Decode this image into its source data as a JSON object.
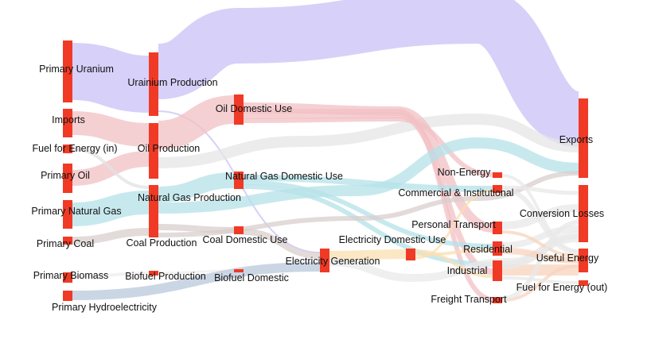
{
  "chart_data": {
    "type": "sankey",
    "title": "",
    "colors": {
      "node": "#f03a25",
      "link_default": "#dddddd"
    },
    "nodes": [
      {
        "id": "primary-uranium",
        "label": "Primary Uranium"
      },
      {
        "id": "imports",
        "label": "Imports"
      },
      {
        "id": "fuel-for-energy-in",
        "label": "Fuel for Energy (in)"
      },
      {
        "id": "primary-oil",
        "label": "Primary Oil"
      },
      {
        "id": "primary-natural-gas",
        "label": "Primary Natural Gas"
      },
      {
        "id": "primary-coal",
        "label": "Primary Coal"
      },
      {
        "id": "primary-biomass",
        "label": "Primary Biomass"
      },
      {
        "id": "primary-hydroelectricity",
        "label": "Primary Hydroelectricity"
      },
      {
        "id": "uranium-production",
        "label": "Urainium Production"
      },
      {
        "id": "oil-production",
        "label": "Oil Production"
      },
      {
        "id": "natural-gas-production",
        "label": "Natural Gas Production"
      },
      {
        "id": "coal-production",
        "label": "Coal Production"
      },
      {
        "id": "biofuel-production",
        "label": "Biofuel Production"
      },
      {
        "id": "oil-domestic-use",
        "label": "Oil Domestic Use"
      },
      {
        "id": "natural-gas-domestic-use",
        "label": "Natural Gas Domestic Use"
      },
      {
        "id": "coal-domestic-use",
        "label": "Coal Domestic Use"
      },
      {
        "id": "biofuel-domestic",
        "label": "Biofuel Domestic"
      },
      {
        "id": "electricity-generation",
        "label": "Electricity Generation"
      },
      {
        "id": "electricity-domestic-use",
        "label": "Electricity Domestic Use"
      },
      {
        "id": "non-energy",
        "label": "Non-Energy"
      },
      {
        "id": "commercial-institutional",
        "label": "Commercial & Institutional"
      },
      {
        "id": "personal-transport",
        "label": "Personal Transport"
      },
      {
        "id": "residential",
        "label": "Residential"
      },
      {
        "id": "industrial",
        "label": "Industrial"
      },
      {
        "id": "freight-transport",
        "label": "Freight Transport"
      },
      {
        "id": "exports",
        "label": "Exports"
      },
      {
        "id": "conversion-losses",
        "label": "Conversion Losses"
      },
      {
        "id": "useful-energy",
        "label": "Useful Energy"
      },
      {
        "id": "fuel-for-energy-out",
        "label": "Fuel for Energy (out)"
      }
    ],
    "links": [
      {
        "source": "primary-uranium",
        "target": "uranium-production",
        "value": 32,
        "color": "#c9c0f6"
      },
      {
        "source": "uranium-production",
        "target": "exports",
        "value": 30,
        "color": "#c9c0f6"
      },
      {
        "source": "uranium-production",
        "target": "electricity-generation",
        "value": 1,
        "color": "#c9c0f6"
      },
      {
        "source": "imports",
        "target": "oil-production",
        "value": 10,
        "color": "#f2c0c4"
      },
      {
        "source": "primary-oil",
        "target": "oil-production",
        "value": 15,
        "color": "#f2c0c4"
      },
      {
        "source": "oil-production",
        "target": "oil-domestic-use",
        "value": 14,
        "color": "#f2c0c4"
      },
      {
        "source": "oil-production",
        "target": "exports",
        "value": 6,
        "color": "#e5e5e5"
      },
      {
        "source": "oil-domestic-use",
        "target": "personal-transport",
        "value": 4,
        "color": "#f2c0c4"
      },
      {
        "source": "oil-domestic-use",
        "target": "freight-transport",
        "value": 3,
        "color": "#f2c0c4"
      },
      {
        "source": "oil-domestic-use",
        "target": "industrial",
        "value": 3,
        "color": "#f2c0c4"
      },
      {
        "source": "oil-domestic-use",
        "target": "non-energy",
        "value": 2,
        "color": "#f2c0c4"
      },
      {
        "source": "primary-natural-gas",
        "target": "natural-gas-production",
        "value": 14,
        "color": "#b4e1e8"
      },
      {
        "source": "natural-gas-production",
        "target": "natural-gas-domestic-use",
        "value": 7,
        "color": "#b4e1e8"
      },
      {
        "source": "natural-gas-production",
        "target": "exports",
        "value": 6,
        "color": "#b4e1e8"
      },
      {
        "source": "natural-gas-domestic-use",
        "target": "commercial-institutional",
        "value": 2,
        "color": "#b4e1e8"
      },
      {
        "source": "natural-gas-domestic-use",
        "target": "residential",
        "value": 2,
        "color": "#b4e1e8"
      },
      {
        "source": "natural-gas-domestic-use",
        "target": "industrial",
        "value": 3,
        "color": "#b4e1e8"
      },
      {
        "source": "primary-coal",
        "target": "coal-production",
        "value": 5,
        "color": "#d8cfcc"
      },
      {
        "source": "coal-production",
        "target": "coal-domestic-use",
        "value": 2,
        "color": "#d8cfcc"
      },
      {
        "source": "coal-production",
        "target": "exports",
        "value": 3,
        "color": "#d8cfcc"
      },
      {
        "source": "coal-domestic-use",
        "target": "electricity-generation",
        "value": 2,
        "color": "#d8cfcc"
      },
      {
        "source": "primary-biomass",
        "target": "biofuel-production",
        "value": 1,
        "color": "#eeeeee"
      },
      {
        "source": "biofuel-production",
        "target": "biofuel-domestic",
        "value": 1,
        "color": "#eeeeee"
      },
      {
        "source": "primary-hydroelectricity",
        "target": "electricity-generation",
        "value": 4,
        "color": "#b9c8db"
      },
      {
        "source": "electricity-generation",
        "target": "electricity-domestic-use",
        "value": 5,
        "color": "#fbdfb0"
      },
      {
        "source": "electricity-generation",
        "target": "conversion-losses",
        "value": 3,
        "color": "#e9e9e9"
      },
      {
        "source": "electricity-domestic-use",
        "target": "industrial",
        "value": 2,
        "color": "#fbdfb0"
      },
      {
        "source": "electricity-domestic-use",
        "target": "residential",
        "value": 2,
        "color": "#fbdfb0"
      },
      {
        "source": "electricity-domestic-use",
        "target": "commercial-institutional",
        "value": 1,
        "color": "#fbdfb0"
      },
      {
        "source": "fuel-for-energy-in",
        "target": "natural-gas-production",
        "value": 2,
        "color": "#e2e2e2"
      },
      {
        "source": "industrial",
        "target": "useful-energy",
        "value": 4,
        "color": "#f8d3bc"
      },
      {
        "source": "industrial",
        "target": "conversion-losses",
        "value": 3,
        "color": "#e8e8e8"
      },
      {
        "source": "residential",
        "target": "useful-energy",
        "value": 2,
        "color": "#f8d3bc"
      },
      {
        "source": "residential",
        "target": "conversion-losses",
        "value": 2,
        "color": "#e8e8e8"
      },
      {
        "source": "commercial-institutional",
        "target": "useful-energy",
        "value": 2,
        "color": "#e8e8e8"
      },
      {
        "source": "commercial-institutional",
        "target": "conversion-losses",
        "value": 1,
        "color": "#e8e8e8"
      },
      {
        "source": "personal-transport",
        "target": "conversion-losses",
        "value": 3,
        "color": "#e8e8e8"
      },
      {
        "source": "personal-transport",
        "target": "useful-energy",
        "value": 1,
        "color": "#f8d3bc"
      },
      {
        "source": "freight-transport",
        "target": "useful-energy",
        "value": 1,
        "color": "#f8d3bc"
      },
      {
        "source": "freight-transport",
        "target": "conversion-losses",
        "value": 2,
        "color": "#e8e8e8"
      },
      {
        "source": "non-energy",
        "target": "useful-energy",
        "value": 1,
        "color": "#e8e8e8"
      },
      {
        "source": "industrial",
        "target": "fuel-for-energy-out",
        "value": 1,
        "color": "#e8e8e8"
      }
    ]
  }
}
